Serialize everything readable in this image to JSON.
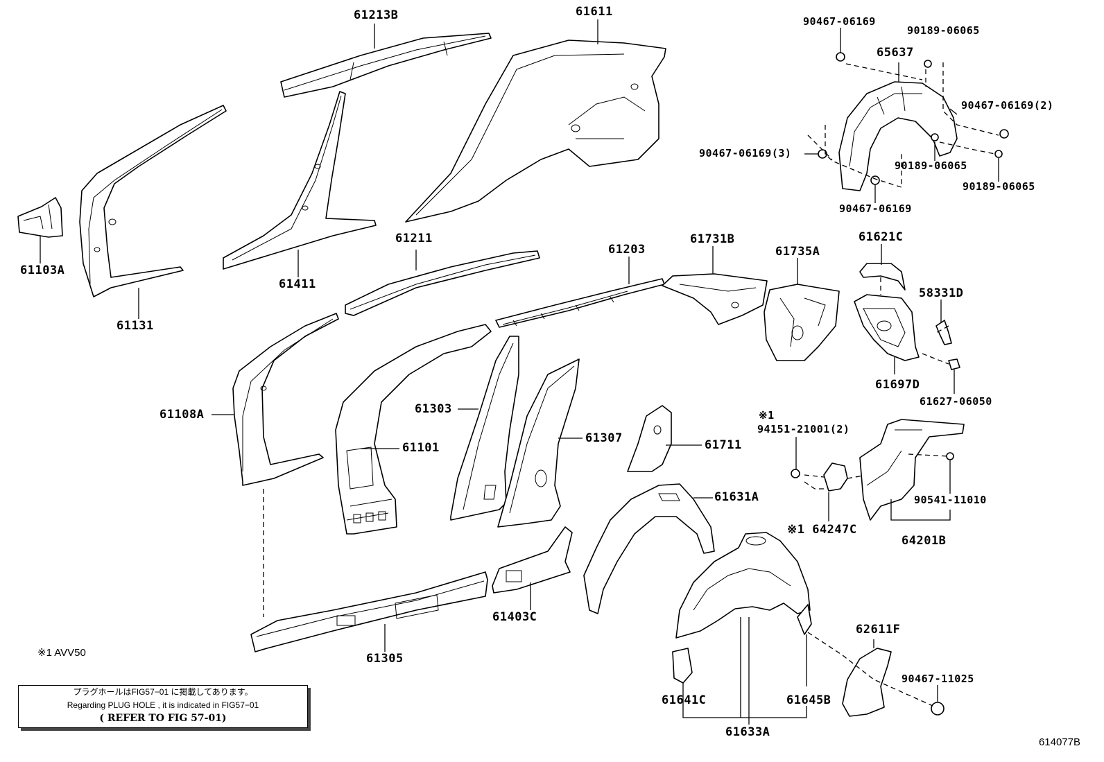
{
  "parts": {
    "p61213B": "61213B",
    "p61611": "61611",
    "p90467_06169_a": "90467-06169",
    "p90189_06065_a": "90189-06065",
    "p65637": "65637",
    "p90467_06169_2": "90467-06169(2)",
    "p90467_06169_3": "90467-06169(3)",
    "p90189_06065_b": "90189-06065",
    "p90189_06065_c": "90189-06065",
    "p90467_06169_b": "90467-06169",
    "p61103A": "61103A",
    "p61411": "61411",
    "p61131": "61131",
    "p61211": "61211",
    "p61203": "61203",
    "p61731B": "61731B",
    "p61735A": "61735A",
    "p61621C": "61621C",
    "p58331D": "58331D",
    "p61697D": "61697D",
    "p61627_06050": "61627-06050",
    "p61108A": "61108A",
    "p61303": "61303",
    "p61101": "61101",
    "p61307": "61307",
    "p61711": "61711",
    "mark1": "※1",
    "p94151_21001": "94151-21001(2)",
    "p61631A": "61631A",
    "p90541_11010": "90541-11010",
    "p64247C": "※1 64247C",
    "p64201B": "64201B",
    "p61403C": "61403C",
    "p61305": "61305",
    "p62611F": "62611F",
    "p90467_11025": "90467-11025",
    "p61641C": "61641C",
    "p61645B": "61645B",
    "p61633A": "61633A"
  },
  "note": "※1 AVV50",
  "reference": {
    "line1": "プラグホールはFIG57−01 に掲載してあります。",
    "line2": "Regarding PLUG HOLE , it is indicated in FIG57−01",
    "line3": "( REFER TO FIG 57-01)"
  },
  "figure_id": "614077B"
}
